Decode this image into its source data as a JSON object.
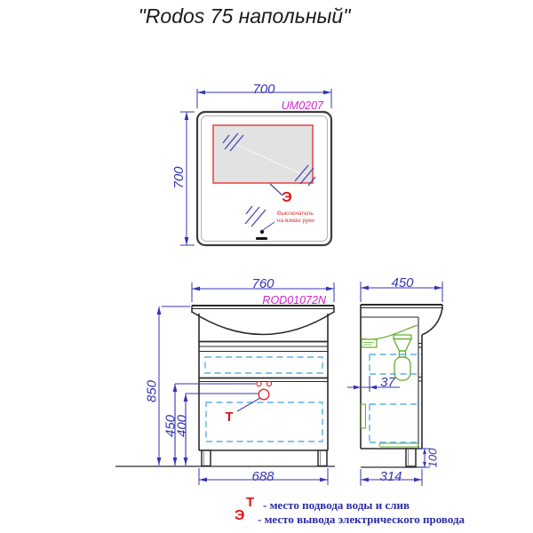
{
  "title": "\"Rodos 75 напольный\"",
  "colors": {
    "dimension_blue": "#3535b5",
    "model_magenta": "#d122cc",
    "accent_red": "#e01212",
    "drawer_cyan": "#5ab0de",
    "plumbing_green": "#63ae2d",
    "drawing_black": "#2a2a2a"
  },
  "mirror": {
    "model": "UM0207",
    "width_mm": "700",
    "height_mm": "700",
    "electric_symbol": "Э",
    "switch_note_line1": "Выключатель",
    "switch_note_line2": "на взмах руки"
  },
  "vanity_front": {
    "model": "ROD01072N",
    "width_mm": "760",
    "height_mm": "850",
    "water_level_mm": "450",
    "drain_level_mm": "400",
    "base_width_mm": "688",
    "water_symbol": "Т"
  },
  "vanity_side": {
    "depth_mm": "450",
    "back_gap_mm": "37",
    "base_depth_mm": "314",
    "leg_height_mm": "100"
  },
  "legend": {
    "water": {
      "symbol": "Т",
      "text": "- место подвода воды и слив"
    },
    "electric": {
      "symbol": "Э",
      "text": "- место вывода электрического провода"
    }
  }
}
